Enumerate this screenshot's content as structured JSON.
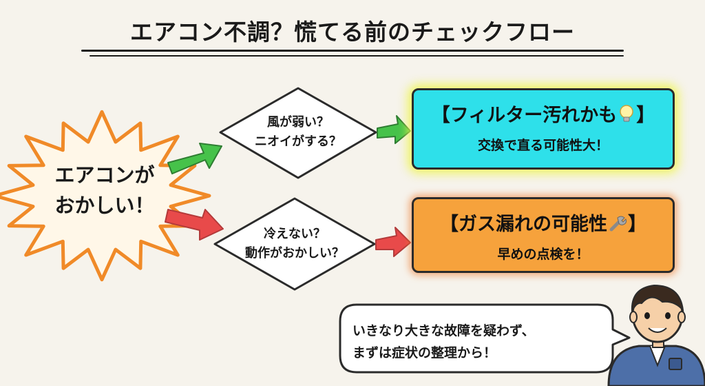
{
  "title": "エアコン不調？慌てる前のチェックフロー",
  "start": {
    "line1": "エアコンが",
    "line2": "おかしい！"
  },
  "decisions": [
    {
      "line1": "風が弱い？",
      "line2": "ニオイがする？"
    },
    {
      "line1": "冷えない？",
      "line2": "動作がおかしい？"
    }
  ],
  "results": [
    {
      "title": "【フィルター汚れかも",
      "icon": "lightbulb-icon",
      "title_end": "】",
      "sub": "交換で直る可能性大！"
    },
    {
      "title": "【ガス漏れの可能性",
      "icon": "wrench-icon",
      "title_end": "】",
      "sub": "早めの点検を！"
    }
  ],
  "advice": {
    "line1": "いきなり大きな故障を疑わず、",
    "line2": "まずは症状の整理から！"
  },
  "colors": {
    "cyan_box": "#2ee0ea",
    "orange_box": "#f6a23c",
    "green_arrow": "#46c24a",
    "red_arrow": "#e84a4a",
    "burst_fill": "#fff7e8",
    "burst_border": "#f08a28"
  }
}
